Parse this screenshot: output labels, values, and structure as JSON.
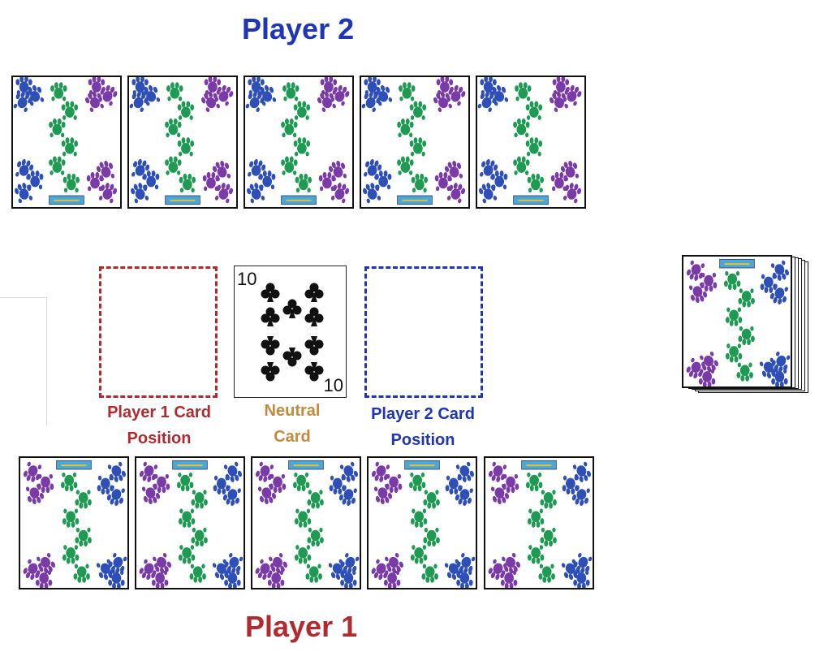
{
  "player2": {
    "title": "Player 2",
    "color": "#1f35b8",
    "hand_count": 5
  },
  "player1": {
    "title": "Player 1",
    "color": "#b02a30",
    "hand_count": 5
  },
  "table": {
    "player1_slot_label": "Player 1 Card\nPosition",
    "neutral_label": "Neutral\nCard",
    "player2_slot_label": "Player 2 Card\nPosition",
    "neutral_label_color": "#c28a3c"
  },
  "neutral_card": {
    "rank": "10",
    "suit": "clubs",
    "suit_icon": "club-icon"
  },
  "card_back": {
    "pattern": "handprint-frogs",
    "colors": {
      "blue": "#2e4fb8",
      "purple": "#7a3aa8",
      "green": "#1e9a52",
      "badge": "#4aa8d8"
    }
  },
  "deck": {
    "icon": "card-deck-icon"
  }
}
